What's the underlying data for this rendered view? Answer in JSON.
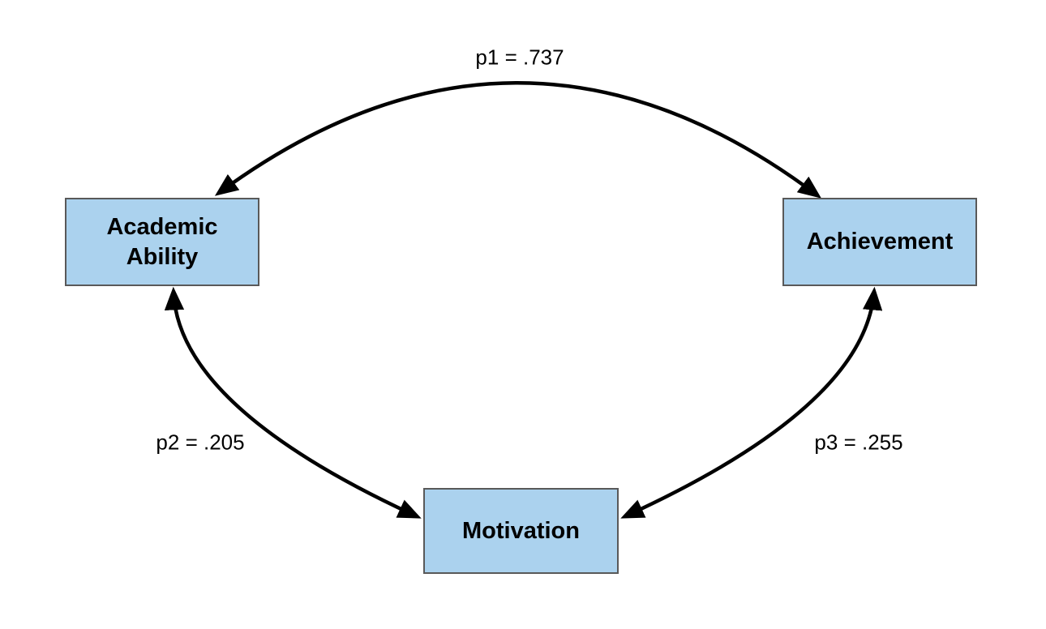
{
  "diagram": {
    "type": "path-model",
    "background_color": "#ffffff",
    "nodes": [
      {
        "id": "academic-ability",
        "label": "Academic Ability",
        "shape": "rectangle"
      },
      {
        "id": "achievement",
        "label": "Achievement",
        "shape": "rectangle"
      },
      {
        "id": "motivation",
        "label": "Motivation",
        "shape": "rectangle"
      }
    ],
    "edges": [
      {
        "id": "p1",
        "label": "p1 = .737",
        "from": "Academic Ability",
        "to": "Achievement",
        "style": "curved",
        "arrowheads": "both"
      },
      {
        "id": "p2",
        "label": "p2 = .205",
        "from": "Academic Ability",
        "to": "Motivation",
        "style": "curved",
        "arrowheads": "both"
      },
      {
        "id": "p3",
        "label": "p3 = .255",
        "from": "Achievement",
        "to": "Motivation",
        "style": "curved",
        "arrowheads": "both"
      }
    ],
    "colors": {
      "node_fill": "#abd2ee",
      "node_border": "#595959",
      "arrow": "#000000",
      "label_text": "#000000"
    }
  }
}
